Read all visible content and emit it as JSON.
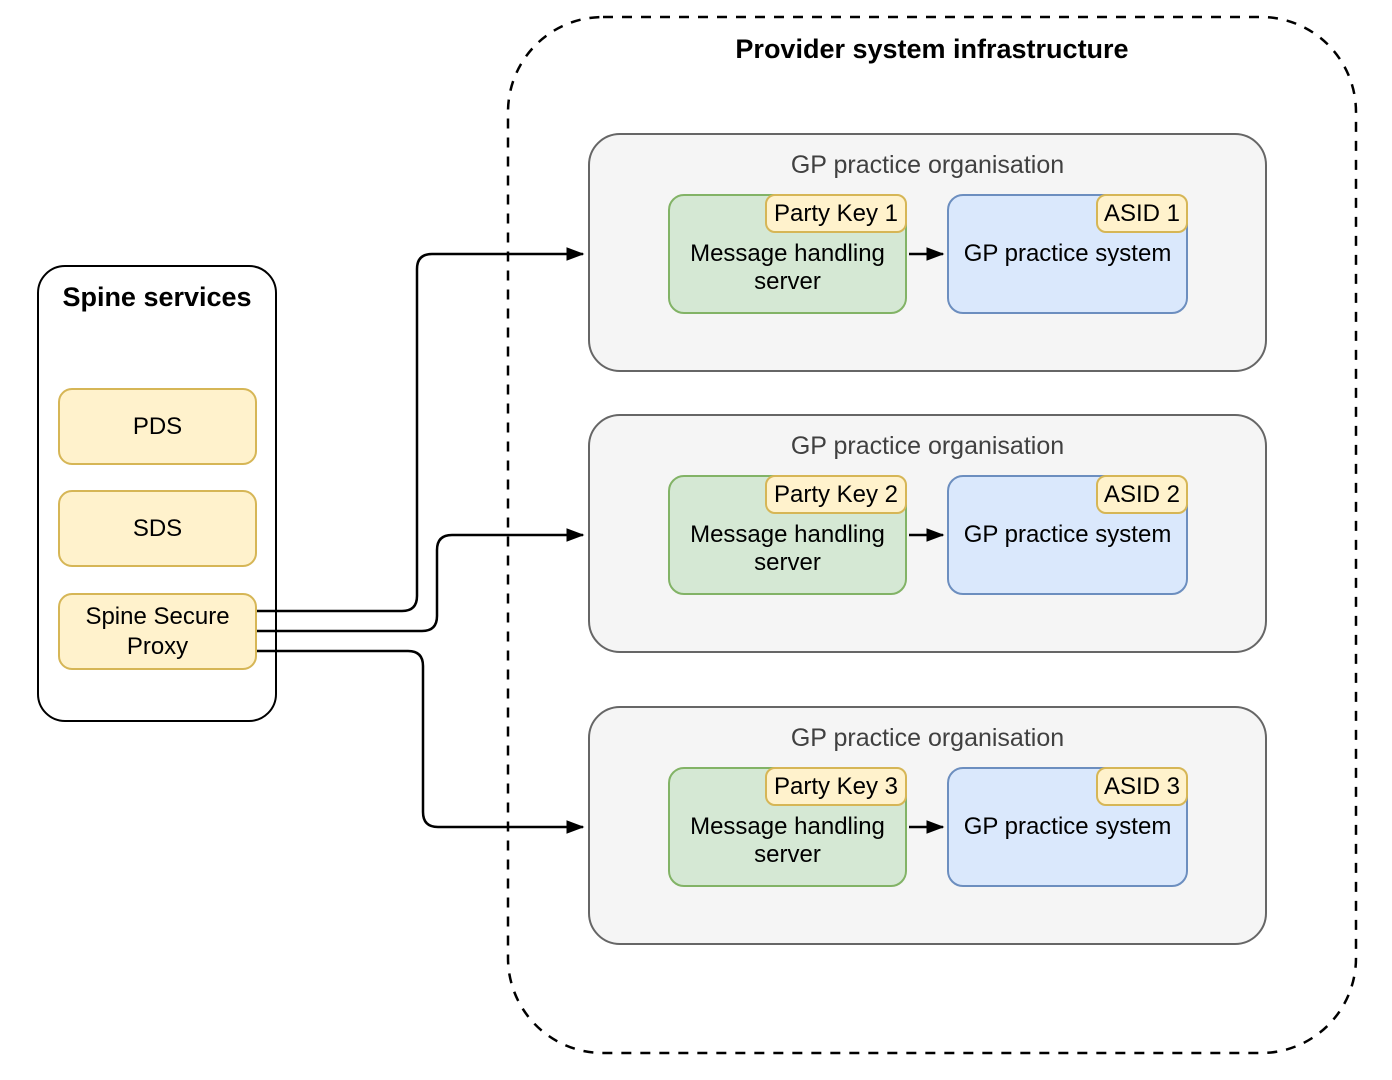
{
  "colors": {
    "yellow_fill": "#FFF2CC",
    "yellow_stroke": "#D6B656",
    "green_fill": "#D5E8D4",
    "green_stroke": "#82B366",
    "blue_fill": "#DAE8FC",
    "blue_stroke": "#6C8EBF",
    "gray_fill": "#F5F5F5",
    "gray_stroke": "#666666",
    "connector": "#000000",
    "org_title_text": "#404040"
  },
  "spine": {
    "title": "Spine services",
    "services": [
      {
        "label": "PDS"
      },
      {
        "label": "SDS"
      },
      {
        "label": "Spine Secure Proxy"
      }
    ]
  },
  "provider": {
    "title": "Provider system infrastructure",
    "organisations": [
      {
        "title": "GP practice organisation",
        "message_server": "Message handling server",
        "party_key": "Party Key 1",
        "practice_system": "GP practice system",
        "asid": "ASID 1"
      },
      {
        "title": "GP practice organisation",
        "message_server": "Message handling server",
        "party_key": "Party Key 2",
        "practice_system": "GP practice system",
        "asid": "ASID 2"
      },
      {
        "title": "GP practice organisation",
        "message_server": "Message handling server",
        "party_key": "Party Key 3",
        "practice_system": "GP practice system",
        "asid": "ASID 3"
      }
    ]
  }
}
